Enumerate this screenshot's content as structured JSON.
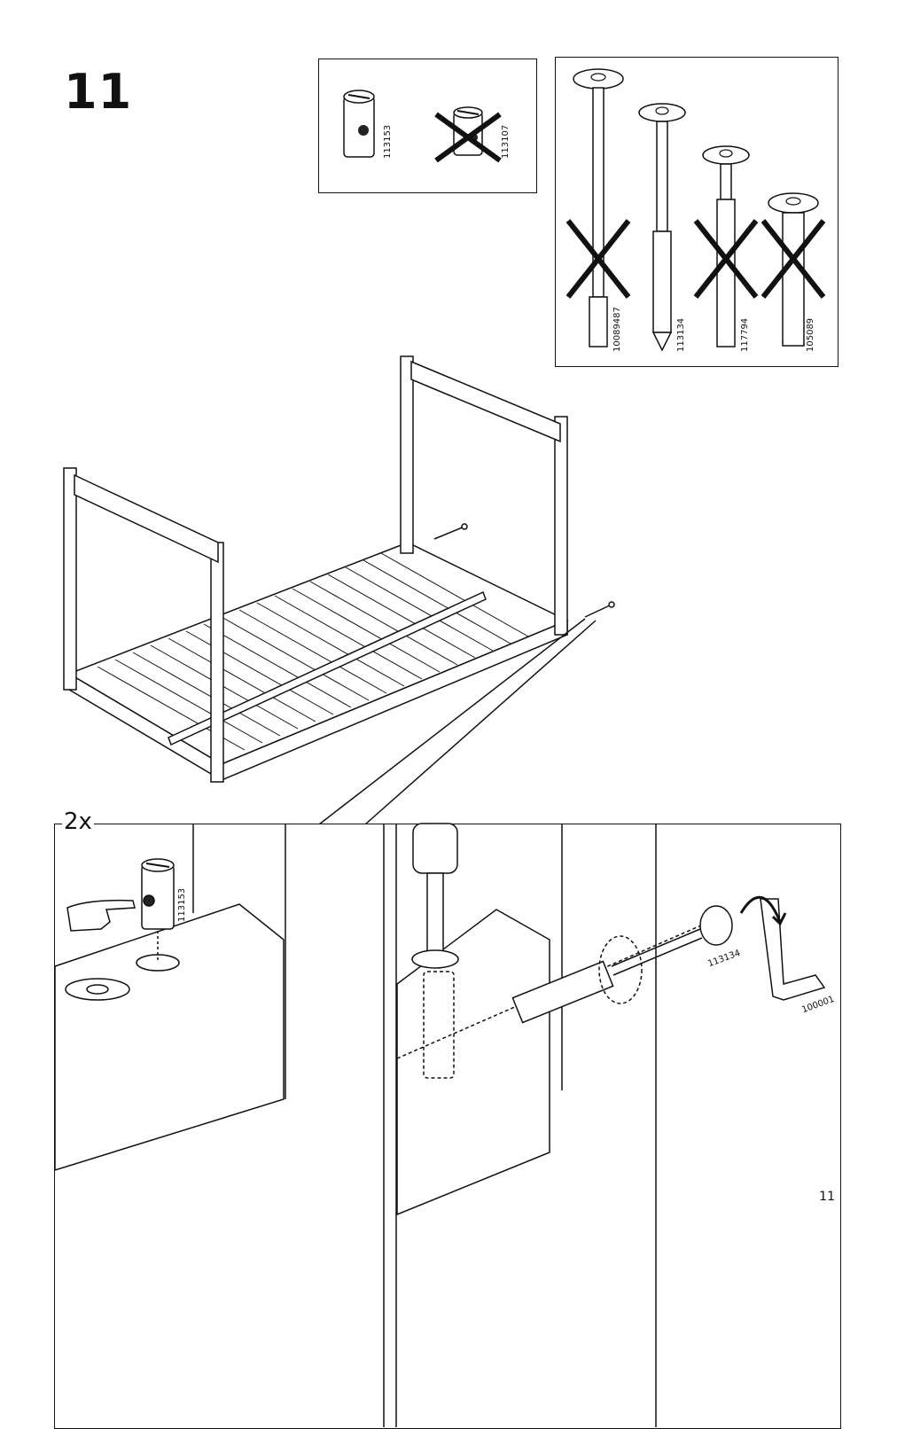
{
  "step": {
    "number": "11"
  },
  "page": {
    "number": "11"
  },
  "connector_box": {
    "correct_part": "113153",
    "wrong_part": "113107"
  },
  "bolts_box": {
    "parts": [
      {
        "id": "10089487",
        "crossed": true
      },
      {
        "id": "113134",
        "crossed": false
      },
      {
        "id": "117794",
        "crossed": true
      },
      {
        "id": "105089",
        "crossed": true
      }
    ]
  },
  "detail_left": {
    "quantity": "2x",
    "part": "113153"
  },
  "detail_right": {
    "bolt_part": "113134",
    "tool_part": "100001"
  }
}
